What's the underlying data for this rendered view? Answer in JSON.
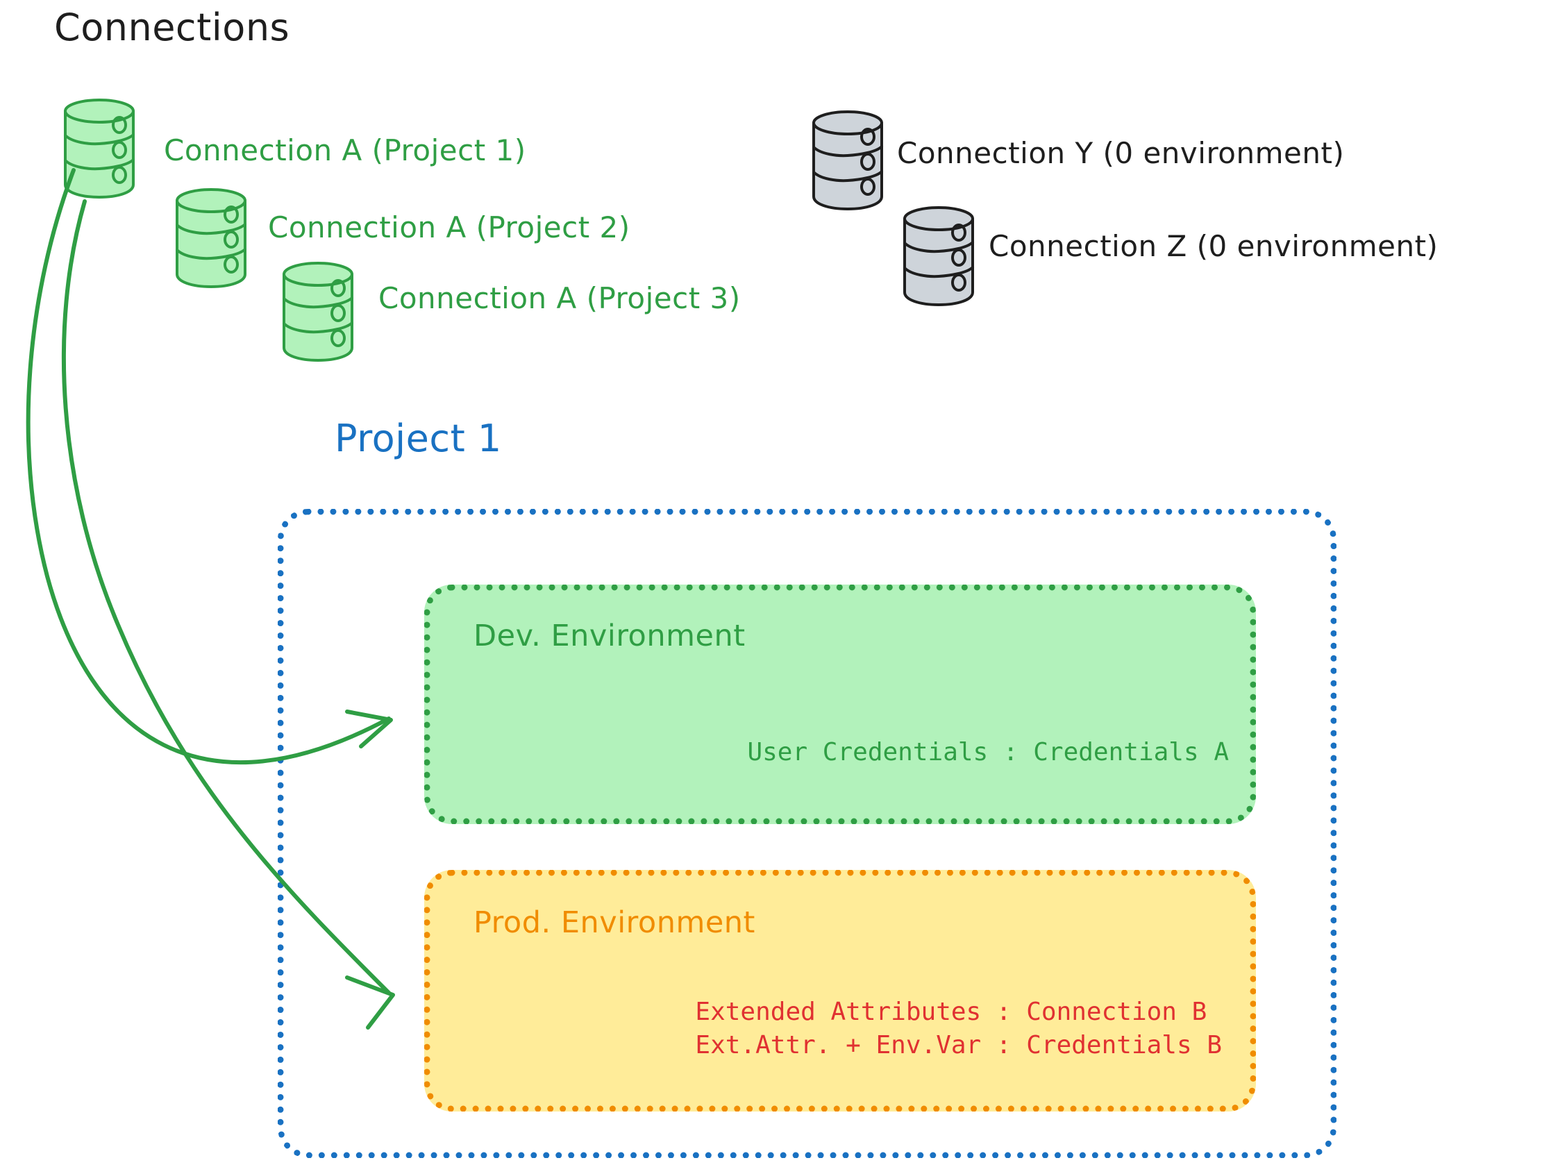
{
  "headings": {
    "connections": "Connections",
    "project": "Project 1"
  },
  "colors": {
    "green_stroke": "#2f9e44",
    "green_fill": "#b2f2bb",
    "grey_stroke": "#1e1e1e",
    "grey_fill": "#ced4da",
    "blue": "#1971c2",
    "orange_stroke": "#f08c00",
    "orange_fill": "#ffec99",
    "red": "#e03131",
    "black": "#1e1e1e"
  },
  "connections": [
    {
      "id": "a1",
      "label": "Connection A (Project 1)",
      "color": "green"
    },
    {
      "id": "a2",
      "label": "Connection A (Project 2)",
      "color": "green"
    },
    {
      "id": "a3",
      "label": "Connection A (Project 3)",
      "color": "green"
    },
    {
      "id": "y",
      "label": "Connection Y (0 environment)",
      "color": "black"
    },
    {
      "id": "z",
      "label": "Connection Z (0 environment)",
      "color": "black"
    }
  ],
  "project": {
    "name": "Project 1",
    "environments": [
      {
        "id": "dev",
        "title": "Dev. Environment",
        "lines": [
          "User Credentials : Credentials A"
        ]
      },
      {
        "id": "prod",
        "title": "Prod. Environment",
        "lines": [
          "Extended Attributes : Connection B",
          "Ext.Attr. + Env.Var : Credentials B"
        ]
      }
    ]
  },
  "prod_block_text": "Extended Attributes : Connection B\nExt.Attr. + Env.Var : Credentials B",
  "icons": {
    "database": "database-icon",
    "arrow": "arrow-icon"
  }
}
